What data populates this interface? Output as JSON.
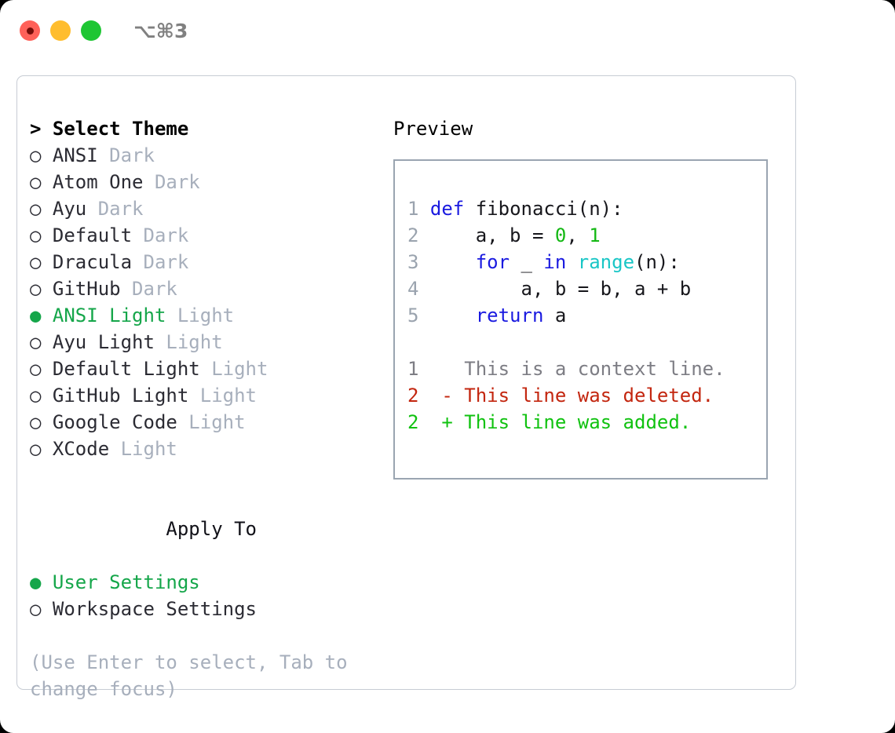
{
  "titlebar": {
    "shortcut": "⌥⌘3",
    "lights": [
      {
        "name": "close",
        "color": "#ff6159"
      },
      {
        "name": "minimize",
        "color": "#ffbd2e"
      },
      {
        "name": "zoom",
        "color": "#1ec633"
      }
    ]
  },
  "theme_list": {
    "header": "> Select Theme",
    "items": [
      {
        "marker": "○",
        "name": "ANSI",
        "category": "Dark",
        "selected": false
      },
      {
        "marker": "○",
        "name": "Atom One",
        "category": "Dark",
        "selected": false
      },
      {
        "marker": "○",
        "name": "Ayu",
        "category": "Dark",
        "selected": false
      },
      {
        "marker": "○",
        "name": "Default",
        "category": "Dark",
        "selected": false
      },
      {
        "marker": "○",
        "name": "Dracula",
        "category": "Dark",
        "selected": false
      },
      {
        "marker": "○",
        "name": "GitHub",
        "category": "Dark",
        "selected": false
      },
      {
        "marker": "●",
        "name": "ANSI Light",
        "category": "Light",
        "selected": true
      },
      {
        "marker": "○",
        "name": "Ayu Light",
        "category": "Light",
        "selected": false
      },
      {
        "marker": "○",
        "name": "Default Light",
        "category": "Light",
        "selected": false
      },
      {
        "marker": "○",
        "name": "GitHub Light",
        "category": "Light",
        "selected": false
      },
      {
        "marker": "○",
        "name": "Google Code",
        "category": "Light",
        "selected": false
      },
      {
        "marker": "○",
        "name": "XCode",
        "category": "Light",
        "selected": false
      }
    ]
  },
  "apply_to": {
    "header": "Apply To",
    "items": [
      {
        "marker": "●",
        "name": "User Settings",
        "selected": true
      },
      {
        "marker": "○",
        "name": "Workspace Settings",
        "selected": false
      }
    ]
  },
  "hint": "(Use Enter to select, Tab to change focus)",
  "preview": {
    "title": "Preview",
    "code_lines": [
      {
        "number": "1",
        "tokens": [
          {
            "text": "def",
            "kind": "kw"
          },
          {
            "text": " fibonacci(n):",
            "kind": "plain"
          }
        ]
      },
      {
        "number": "2",
        "tokens": [
          {
            "text": "    a, b = ",
            "kind": "plain"
          },
          {
            "text": "0",
            "kind": "num"
          },
          {
            "text": ", ",
            "kind": "plain"
          },
          {
            "text": "1",
            "kind": "num"
          }
        ]
      },
      {
        "number": "3",
        "tokens": [
          {
            "text": "    ",
            "kind": "plain"
          },
          {
            "text": "for",
            "kind": "kw"
          },
          {
            "text": " _ ",
            "kind": "plain"
          },
          {
            "text": "in",
            "kind": "kw"
          },
          {
            "text": " ",
            "kind": "plain"
          },
          {
            "text": "range",
            "kind": "bi"
          },
          {
            "text": "(n):",
            "kind": "plain"
          }
        ]
      },
      {
        "number": "4",
        "tokens": [
          {
            "text": "        a, b = b, a + b",
            "kind": "plain"
          }
        ]
      },
      {
        "number": "5",
        "tokens": [
          {
            "text": "    ",
            "kind": "plain"
          },
          {
            "text": "return",
            "kind": "kw"
          },
          {
            "text": " a",
            "kind": "plain"
          }
        ]
      }
    ],
    "diff_lines": [
      {
        "number": "1",
        "sign": " ",
        "text": "This is a context line.",
        "kind": "ctx"
      },
      {
        "number": "2",
        "sign": "-",
        "text": "This line was deleted.",
        "kind": "del"
      },
      {
        "number": "2",
        "sign": "+",
        "text": "This line was added.",
        "kind": "add"
      }
    ]
  },
  "colors": {
    "accent_green": "#15a64a",
    "muted": "#a7afbc",
    "keyword": "#1a1ae0",
    "builtin": "#19c6c6",
    "number": "#14b814",
    "diff_added": "#10c210",
    "diff_deleted": "#c3260f",
    "diff_context": "#7d7d84",
    "panel_border": "#9aa5b1",
    "window_border": "#c7ccd4"
  }
}
